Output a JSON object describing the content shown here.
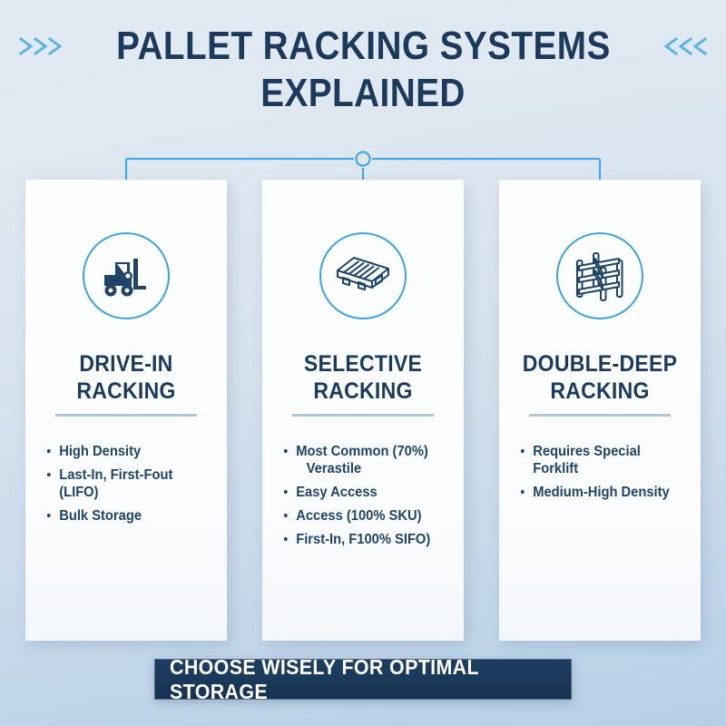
{
  "title": {
    "line1": "PALLET RACKING SYSTEMS",
    "line2": "EXPLAINED",
    "left_decor": "chevrons-right-icon",
    "right_decor": "chevrons-left-icon"
  },
  "colors": {
    "navy": "#1b3a5c",
    "body_navy": "#1f4468",
    "accent_blue": "#3fa3dd",
    "arrow_blue": "#4aa8e0",
    "divider": "#aec6d8",
    "card_bg": "#fdfefe",
    "banner_bg": "#1d3f63",
    "bg_top": "#e2eaf2",
    "bg_bottom": "#b6cfe7"
  },
  "cards": [
    {
      "icon": "forklift-icon",
      "title_line1": "DRIVE-IN",
      "title_line2": "RACKING",
      "bullets": [
        {
          "text": "High Density",
          "sub": ""
        },
        {
          "text": "Last-In, First-Fout (LIFO)",
          "sub": ""
        },
        {
          "text": "Bulk Storage",
          "sub": ""
        }
      ]
    },
    {
      "icon": "pallet-icon",
      "title_line1": "SELECTIVE",
      "title_line2": "RACKING",
      "bullets": [
        {
          "text": "Most Common (70%)",
          "sub": "Verastile"
        },
        {
          "text": "Easy Access",
          "sub": ""
        },
        {
          "text": "Access (100% SKU)",
          "sub": ""
        },
        {
          "text": "First-In, F100% SIFO)",
          "sub": ""
        }
      ]
    },
    {
      "icon": "racking-frame-icon",
      "title_line1": "DOUBLE-DEEP",
      "title_line2": "RACKING",
      "bullets": [
        {
          "text": "Requires Special Forklift",
          "sub": ""
        },
        {
          "text": "Medium-High Density",
          "sub": ""
        }
      ]
    }
  ],
  "banner": {
    "text": "CHOOSE WISELY FOR OPTIMAL STORAGE"
  }
}
